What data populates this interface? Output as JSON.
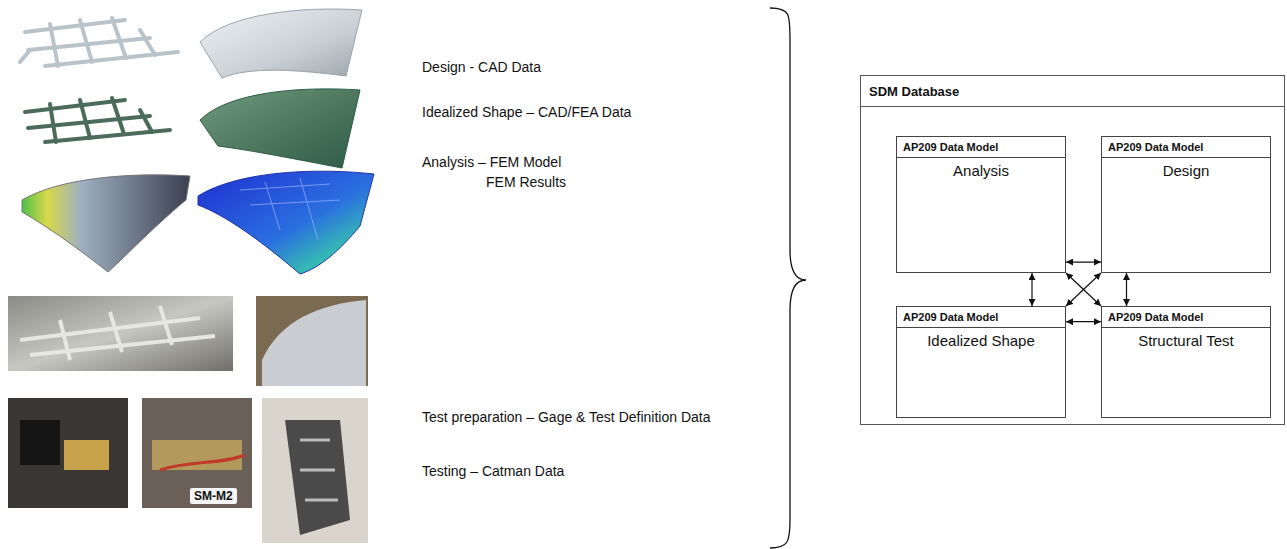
{
  "diagram": {
    "nodes": [
      {
        "text": [
          "SDM Database"
        ]
      },
      {
        "text": [
          "AP209 Data Model",
          "Analysis"
        ],
        "in": 0
      },
      {
        "text": [
          "AP209 Data Model",
          "Design"
        ],
        "in": 0
      },
      {
        "text": [
          "AP209 Data Model",
          "Idealized Shape"
        ],
        "in": 0
      },
      {
        "text": [
          "AP209 Data Model",
          "Structural Test"
        ],
        "in": 0
      }
    ],
    "edges": [
      {
        "from": 1,
        "to": 2,
        "arrow": "both"
      },
      {
        "from": 1,
        "to": 3,
        "arrow": "both"
      },
      {
        "from": 2,
        "to": 4,
        "arrow": "both"
      },
      {
        "from": 3,
        "to": 4,
        "arrow": "both"
      },
      {
        "from": 1,
        "to": 4,
        "arrow": "both"
      },
      {
        "from": 2,
        "to": 3,
        "arrow": "both"
      }
    ],
    "labels": [
      "Design - CAD Data",
      "Idealized Shape – CAD/FEA Data",
      "Analysis – FEM Model",
      "FEM Results",
      "Test preparation – Gage & Test Definition Data",
      "Testing – Catman Data",
      "SM-M2"
    ]
  }
}
